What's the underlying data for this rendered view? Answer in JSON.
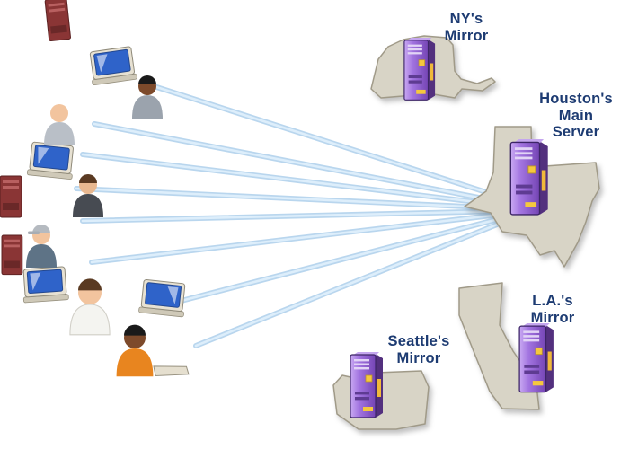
{
  "diagram": {
    "description": "Illustration of many client computers connecting over lines to Houston's main server (Texas) with mirror servers in New York, California and Washington",
    "nodes": {
      "ny": {
        "label": "NY's\nMirror",
        "shape": "new-york-state"
      },
      "houston": {
        "label": "Houston's\nMain\nServer",
        "shape": "texas-state"
      },
      "la": {
        "label": "L.A.'s\nMirror",
        "shape": "california-state"
      },
      "seattle": {
        "label": "Seattle's\nMirror",
        "shape": "washington-state"
      }
    },
    "connections": {
      "line_count": 8,
      "from": "client-cluster",
      "to": "houston"
    },
    "icons": {
      "server": "purple-tower-server",
      "client": "desktop-computer-with-user",
      "tower": "red-cpu-tower"
    },
    "colors": {
      "label_text": "#1d3b72",
      "connection_line_outer": "#b9d6ee",
      "connection_line_inner": "#ddeefb",
      "state_fill": "#d8d4c6",
      "state_stroke": "#a09a88",
      "server_purple": "#8a5cc8",
      "server_accent_yellow": "#f5c83d",
      "background": "#ffffff"
    }
  }
}
